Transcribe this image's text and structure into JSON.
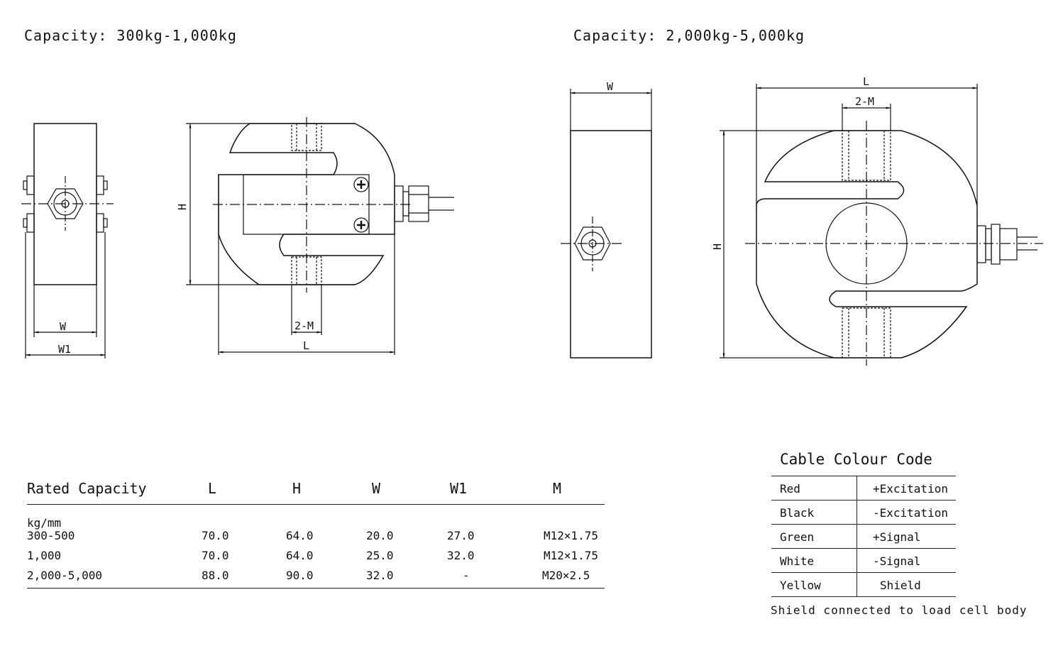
{
  "headings": {
    "left": "Capacity: 300kg-1,000kg",
    "right": "Capacity: 2,000kg-5,000kg"
  },
  "drawing_labels": {
    "W": "W",
    "W1": "W1",
    "L": "L",
    "H": "H",
    "M": "2-M"
  },
  "spec_table": {
    "headers": [
      "Rated Capacity",
      "L",
      "H",
      "W",
      "W1",
      "M"
    ],
    "unit": "kg/mm",
    "rows": [
      [
        "300-500",
        "70.0",
        "64.0",
        "20.0",
        "27.0",
        "M12×1.75"
      ],
      [
        "1,000",
        "70.0",
        "64.0",
        "25.0",
        "32.0",
        "M12×1.75"
      ],
      [
        "2,000-5,000",
        "88.0",
        "90.0",
        "32.0",
        "-",
        "M20×2.5"
      ]
    ]
  },
  "cable_code": {
    "title": "Cable Colour Code",
    "rows": [
      [
        "Red",
        "+Excitation"
      ],
      [
        "Black",
        "-Excitation"
      ],
      [
        "Green",
        "+Signal"
      ],
      [
        "White",
        "-Signal"
      ],
      [
        "Yellow",
        "Shield"
      ]
    ],
    "note": "Shield connected to load cell body"
  }
}
